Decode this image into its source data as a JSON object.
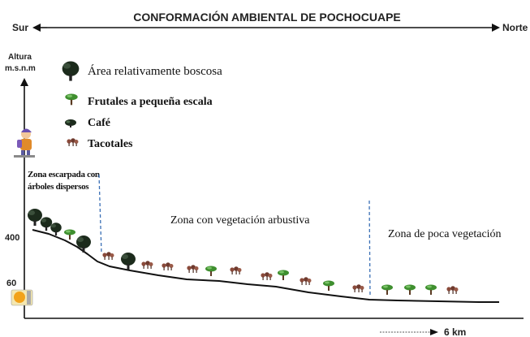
{
  "title": "CONFORMACIÓN AMBIENTAL DE POCHOCUAPE",
  "direction": {
    "south": "Sur",
    "north": "Norte"
  },
  "y_axis": {
    "label_line1": "Altura",
    "label_line2": "m.s.n.m",
    "tick_high": "400",
    "tick_low": "60"
  },
  "x_axis": {
    "distance": "6 km"
  },
  "legend": [
    {
      "icon": "dark-tree-icon",
      "label": "Área relativamente boscosa"
    },
    {
      "icon": "green-tree-icon",
      "label": "Frutales a pequeña escala"
    },
    {
      "icon": "coffee-plant-icon",
      "label": "Café"
    },
    {
      "icon": "tacotal-shrub-icon",
      "label": "Tacotales"
    }
  ],
  "zones": [
    {
      "label_line1": "Zona escarpada con",
      "label_line2": "árboles dispersos"
    },
    {
      "label": "Zona con vegetación arbustiva"
    },
    {
      "label": "Zona de poca vegetación"
    }
  ],
  "colors": {
    "terrain": "#1a1a1a",
    "zone_divider": "#3a6fb5",
    "forest": "#1c2b1c",
    "fruit": "#3f8f2f",
    "tacotal": "#8a4a3a"
  }
}
